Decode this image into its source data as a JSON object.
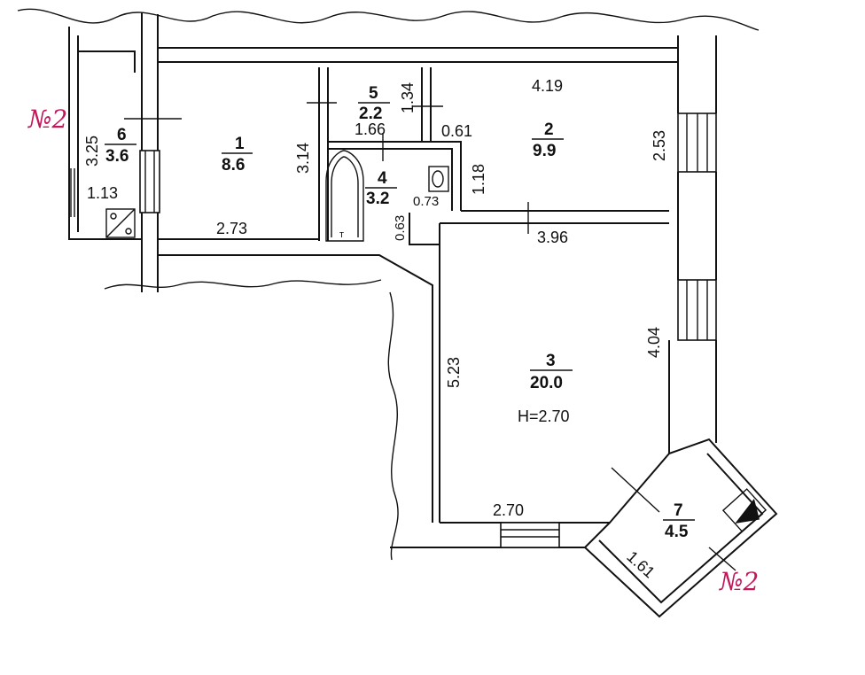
{
  "plan": {
    "rooms": [
      {
        "id": "1",
        "number": "1",
        "area": "8.6"
      },
      {
        "id": "2",
        "number": "2",
        "area": "9.9"
      },
      {
        "id": "3",
        "number": "3",
        "area": "20.0"
      },
      {
        "id": "4",
        "number": "4",
        "area": "3.2"
      },
      {
        "id": "5",
        "number": "5",
        "area": "2.2"
      },
      {
        "id": "6",
        "number": "6",
        "area": "3.6"
      },
      {
        "id": "7",
        "number": "7",
        "area": "4.5"
      }
    ],
    "dimensions": {
      "r6_height": "3.25",
      "r6_width": "1.13",
      "r1_height": "3.14",
      "r1_width": "2.73",
      "r5_height": "1.34",
      "r4_width": "1.66",
      "r4_right": "1.18",
      "r4_small": "0.73",
      "r4_notch": "0.63",
      "r2_notch": "0.61",
      "r2_width": "4.19",
      "r2_height": "2.53",
      "r3_top": "3.96",
      "r3_left": "5.23",
      "r3_right": "4.04",
      "r3_bottom": "2.70",
      "r7_side": "1.61"
    },
    "ceiling_height": "H=2.70",
    "fixtures": {
      "bath": "т"
    },
    "annotations": {
      "left_note": "№2",
      "right_note": "№2"
    }
  }
}
